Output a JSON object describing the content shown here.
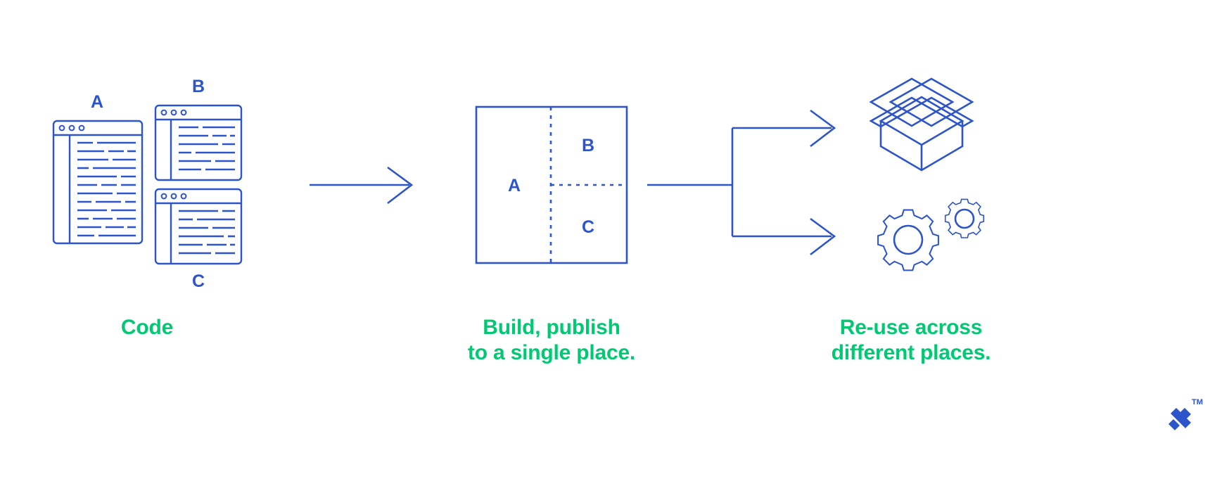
{
  "diagram": {
    "title_context": "Code reuse pipeline diagram",
    "accent_blue": "#2D55CB",
    "accent_green": "#00C873",
    "background": "#FFFFFF"
  },
  "stages": [
    {
      "id": "code",
      "caption_lines": [
        "Code"
      ],
      "module_labels": [
        "A",
        "B",
        "C"
      ],
      "icon": "code-window-icon"
    },
    {
      "id": "package",
      "caption_lines": [
        "Build, publish",
        "to a single place."
      ],
      "module_labels": [
        "A",
        "B",
        "C"
      ],
      "icon": "package-partition-icon"
    },
    {
      "id": "reuse",
      "caption_lines": [
        "Re-use across",
        "different places."
      ],
      "module_labels": [],
      "icon": "open-box-icon, gears-icon"
    }
  ],
  "labels": {
    "code_a": "A",
    "code_b": "B",
    "code_c": "C",
    "box_a": "A",
    "box_b": "B",
    "box_c": "C"
  },
  "captions": {
    "code": "Code",
    "build_line1": "Build, publish",
    "build_line2": "to a single place.",
    "reuse_line1": "Re-use across",
    "reuse_line2": "different places."
  },
  "branding": {
    "trademark": "TM"
  }
}
